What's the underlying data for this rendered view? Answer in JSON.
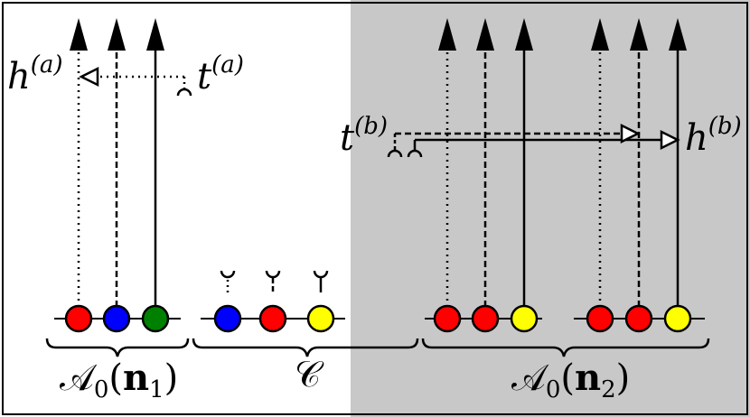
{
  "colors": {
    "background_left": "#ffffff",
    "background_right": "#c8c8c8",
    "frame": "#000000",
    "red": "#ff0000",
    "blue": "#0000ff",
    "green": "#008000",
    "yellow": "#ffff00"
  },
  "labels": {
    "h_a": {
      "base": "h",
      "sup": "(a)"
    },
    "t_a": {
      "base": "t",
      "sup": "(a)"
    },
    "t_b": {
      "base": "t",
      "sup": "(b)"
    },
    "h_b": {
      "base": "h",
      "sup": "(b)"
    }
  },
  "braces": {
    "a0_n1": {
      "script": "𝒜",
      "sub0": "0",
      "open": "(",
      "vec": "n",
      "sub_vec": "1",
      "close": ")"
    },
    "c": {
      "script": "𝒞"
    },
    "a0_n2": {
      "script": "𝒜",
      "sub0": "0",
      "open": "(",
      "vec": "n",
      "sub_vec": "2",
      "close": ")"
    }
  },
  "groups": {
    "a0_n1": [
      "red",
      "blue",
      "green"
    ],
    "c": [
      "blue",
      "red",
      "yellow"
    ],
    "a0_n2_left": [
      "red",
      "red",
      "yellow"
    ],
    "a0_n2_right": [
      "red",
      "red",
      "yellow"
    ]
  },
  "line_styles": [
    "dotted",
    "dashed",
    "solid"
  ]
}
